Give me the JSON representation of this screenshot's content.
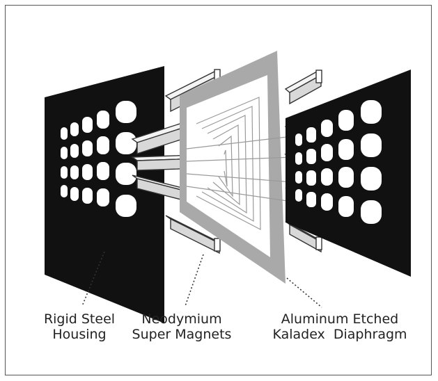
{
  "labels": {
    "housing": {
      "line1": "Rigid Steel",
      "line2": "Housing"
    },
    "magnets": {
      "line1": "Neodymium",
      "line2": "Super Magnets"
    },
    "diaphragm": {
      "line1": "Aluminum Etched",
      "line2": "Kaladex  Diaphragm"
    }
  },
  "colors": {
    "housing": "#111111",
    "frame_gray": "#a9a9a9",
    "magnet_light": "#f4f4f4",
    "magnet_dark": "#d0d0d0",
    "outline": "#333333",
    "trace": "#9a9a9a"
  }
}
